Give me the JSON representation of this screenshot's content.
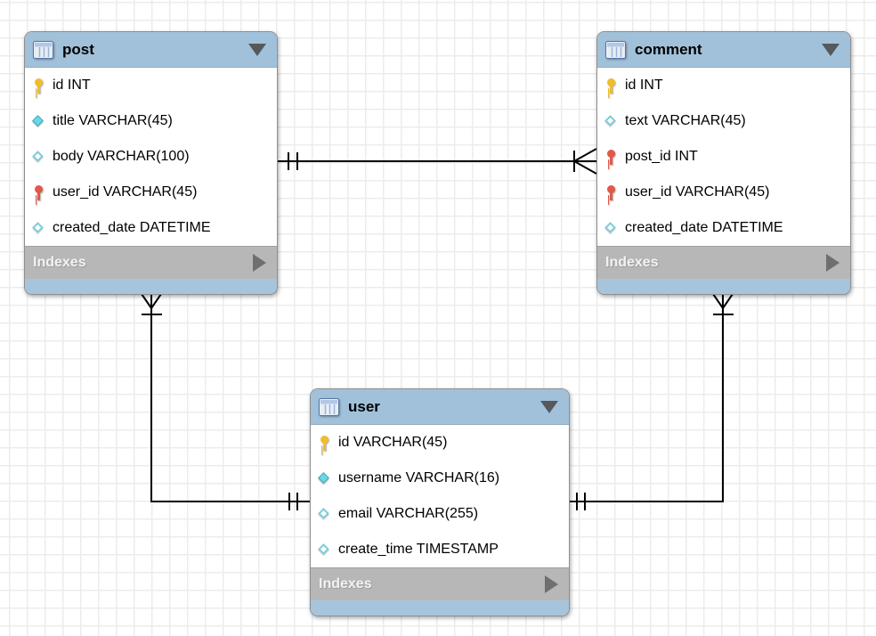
{
  "diagram": {
    "tool_style": "mysql-workbench-eer",
    "colors": {
      "header_blue": "#a1c1da",
      "footer_strip_blue": "#a6c5dd",
      "indexes_gray": "#b7b7b7",
      "grid_line": "#ececec",
      "connector": "#000000",
      "key_primary": "#eebc2e",
      "key_foreign": "#e25949",
      "diamond_fill": "#66d9e8"
    }
  },
  "icons": {
    "table_header": "table-grid-icon",
    "collapse": "triangle-down-icon",
    "expand_indexes": "triangle-right-icon",
    "primary_key": "yellow-key-icon",
    "foreign_key": "red-key-icon",
    "not_null_column": "filled-cyan-diamond-icon",
    "nullable_column": "open-cyan-diamond-icon"
  },
  "tables": [
    {
      "name": "post",
      "columns": [
        {
          "icon": "key-primary",
          "text": "id INT"
        },
        {
          "icon": "diamond-filled",
          "text": "title VARCHAR(45)"
        },
        {
          "icon": "diamond-open",
          "text": "body VARCHAR(100)"
        },
        {
          "icon": "key-foreign",
          "text": "user_id VARCHAR(45)"
        },
        {
          "icon": "diamond-open",
          "text": "created_date DATETIME"
        }
      ],
      "footer": {
        "label": "Indexes"
      }
    },
    {
      "name": "comment",
      "columns": [
        {
          "icon": "key-primary",
          "text": "id INT"
        },
        {
          "icon": "diamond-open",
          "text": "text VARCHAR(45)"
        },
        {
          "icon": "key-foreign",
          "text": "post_id INT"
        },
        {
          "icon": "key-foreign",
          "text": "user_id VARCHAR(45)"
        },
        {
          "icon": "diamond-open",
          "text": "created_date DATETIME"
        }
      ],
      "footer": {
        "label": "Indexes"
      }
    },
    {
      "name": "user",
      "columns": [
        {
          "icon": "key-primary",
          "text": "id VARCHAR(45)"
        },
        {
          "icon": "diamond-filled",
          "text": "username VARCHAR(16)"
        },
        {
          "icon": "diamond-open",
          "text": "email VARCHAR(255)"
        },
        {
          "icon": "diamond-open",
          "text": "create_time TIMESTAMP"
        }
      ],
      "footer": {
        "label": "Indexes"
      }
    }
  ],
  "relationships": [
    {
      "one_side": "post",
      "many_side": "comment",
      "notation": "crow-foot, double-tick at post, crow-foot with bar at comment"
    },
    {
      "one_side": "user",
      "many_side": "post",
      "notation": "crow-foot, double-tick at user, crow-foot with bar at post"
    },
    {
      "one_side": "user",
      "many_side": "comment",
      "notation": "crow-foot, double-tick at user, crow-foot with bar at comment"
    }
  ]
}
